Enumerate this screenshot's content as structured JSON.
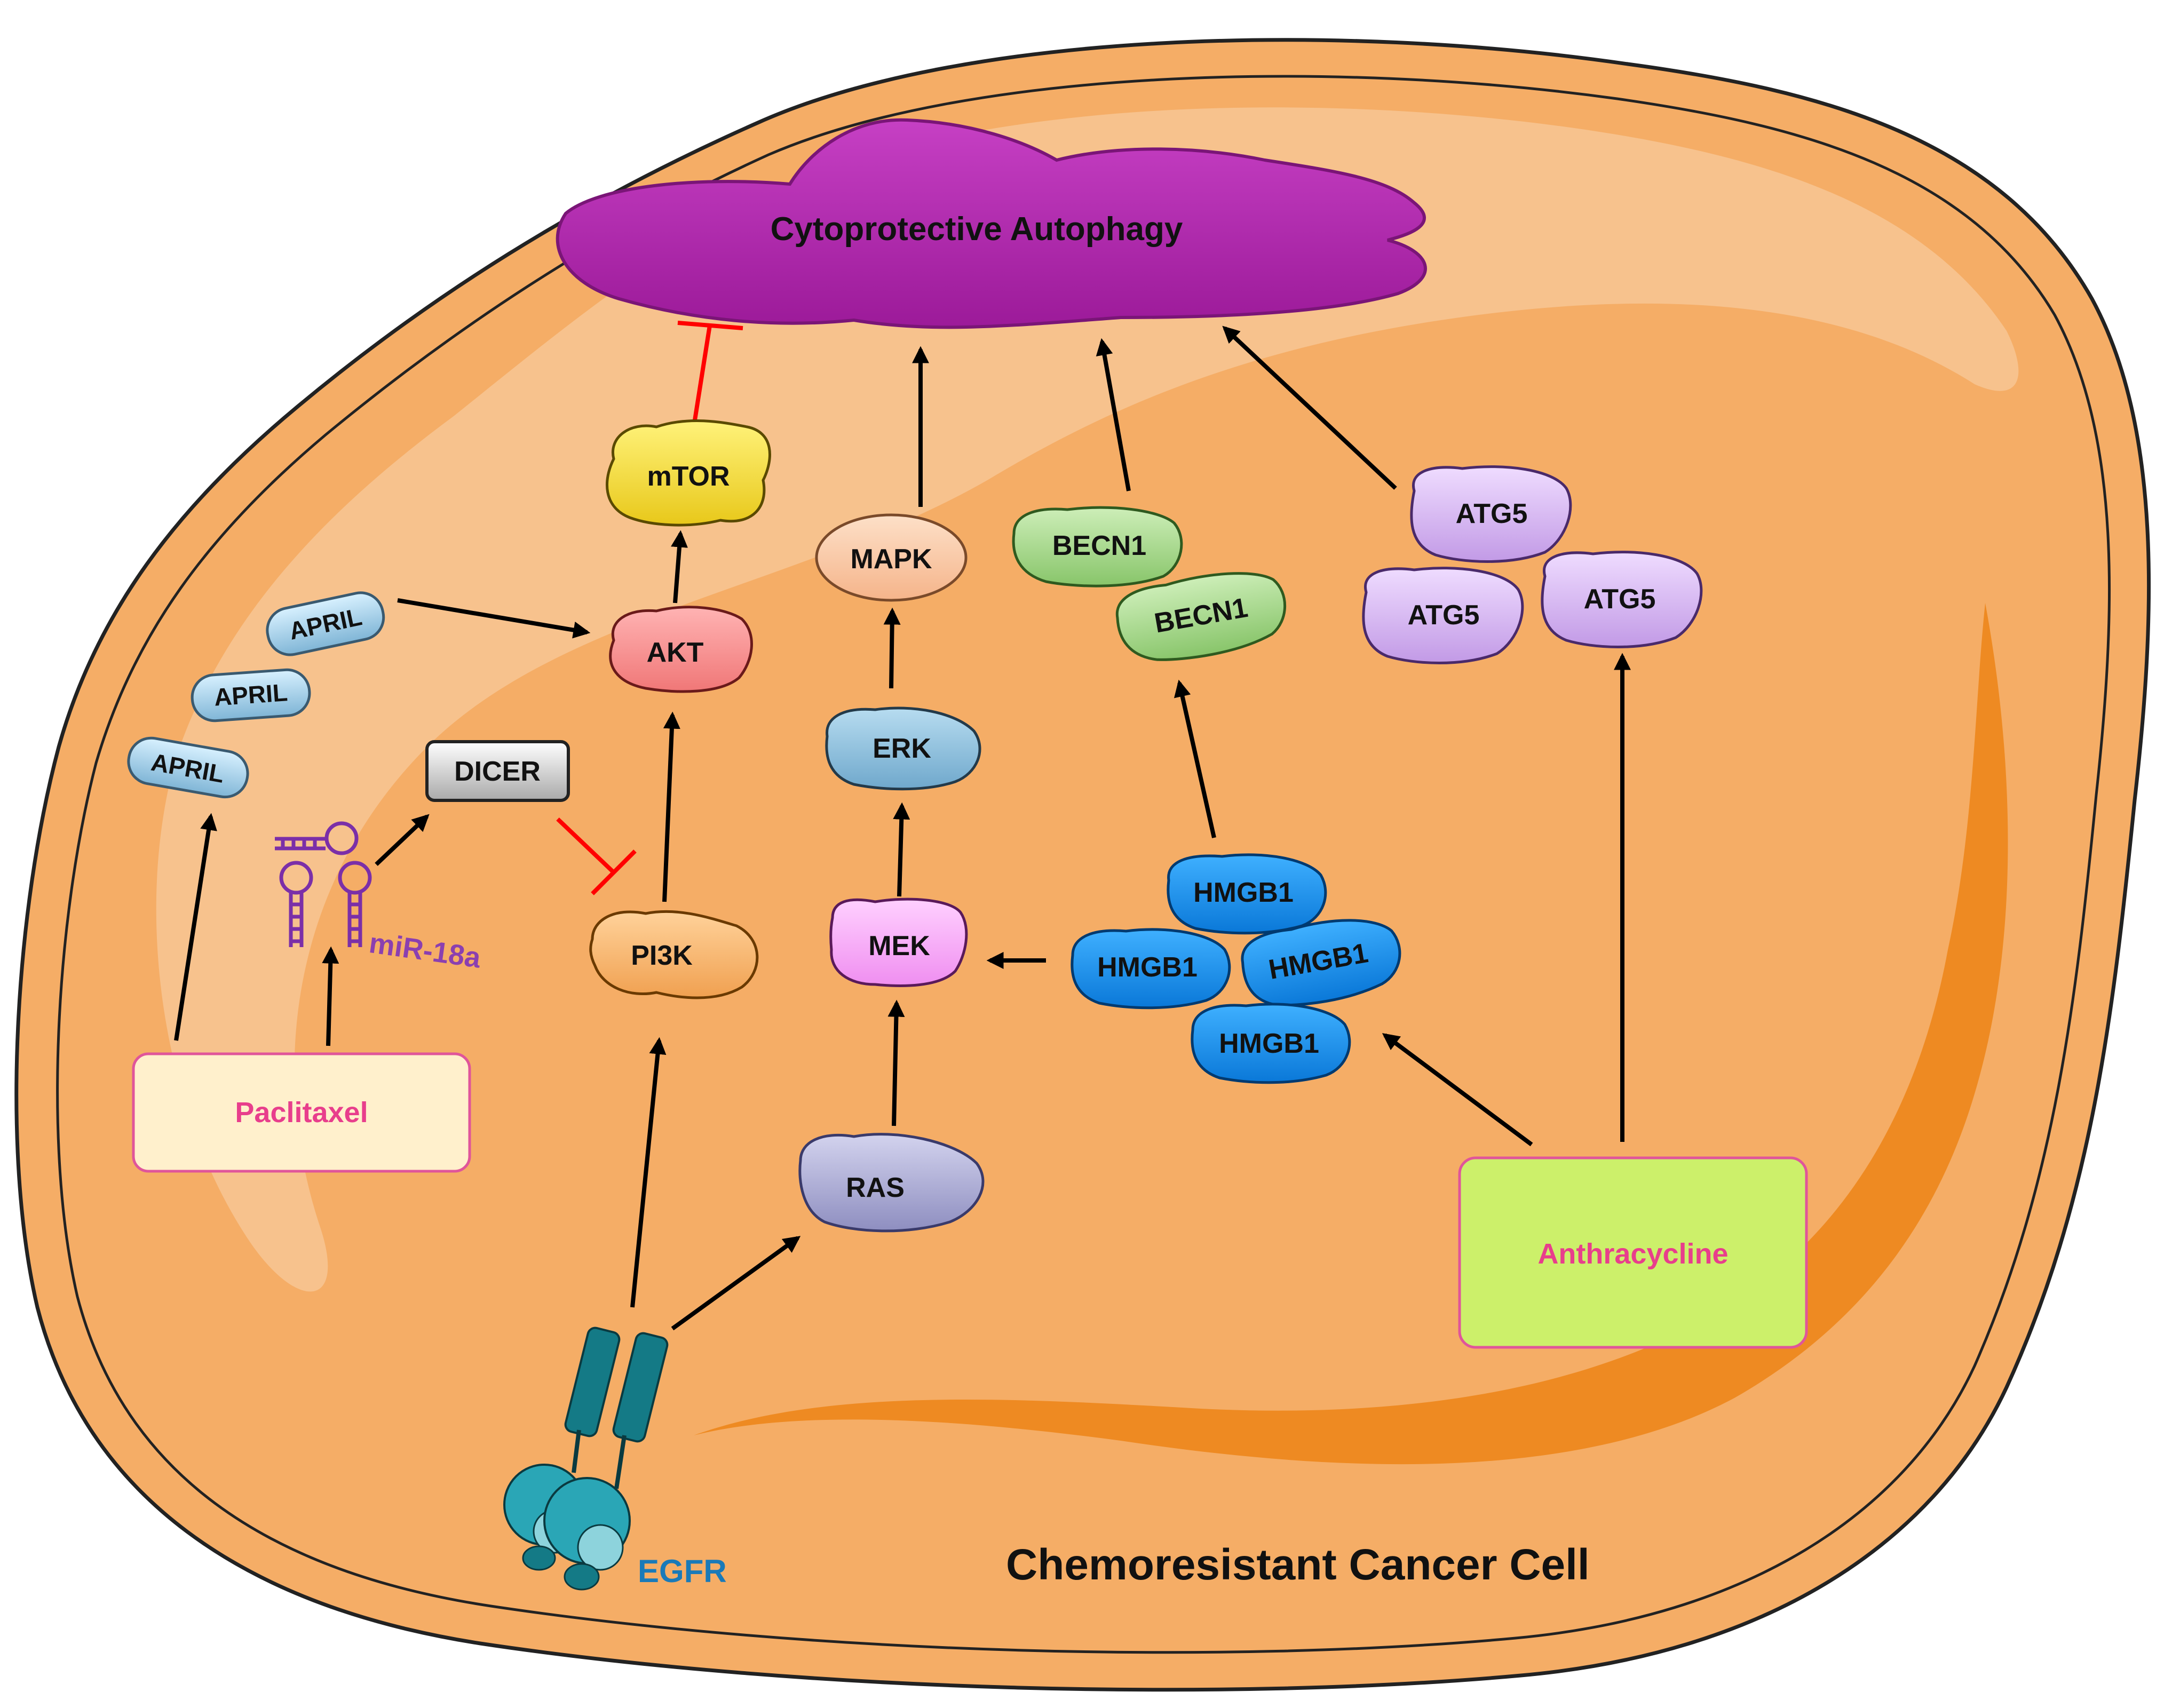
{
  "title": "Chemoresistant Cancer Cell",
  "outcome": "Cytoprotective Autophagy",
  "drugs": {
    "paclitaxel": "Paclitaxel",
    "anthracycline": "Anthracycline"
  },
  "receptor": "EGFR",
  "mirna": "miR-18a",
  "nodes": {
    "mtor": "mTOR",
    "akt": "AKT",
    "pi3k": "PI3K",
    "dicer": "DICER",
    "april": "APRIL",
    "mapk": "MAPK",
    "erk": "ERK",
    "mek": "MEK",
    "ras": "RAS",
    "becn1": "BECN1",
    "hmgb1": "HMGB1",
    "atg5": "ATG5"
  },
  "colors": {
    "activation_arrow": "#000000",
    "inhibition_line": "#ff0000",
    "cell_body": "#f5ad66",
    "autophagy": "#b82bb5",
    "drug_label": "#e83e8c"
  }
}
